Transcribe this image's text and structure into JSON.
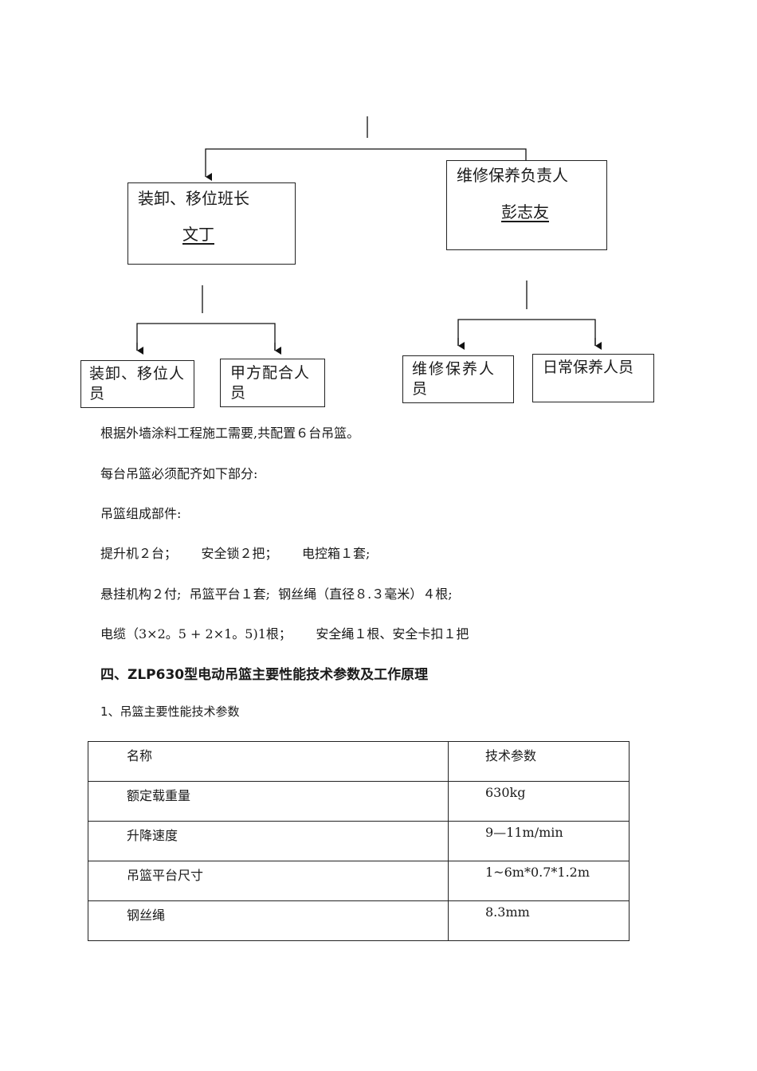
{
  "org_chart": {
    "loading_leader": {
      "title": "装卸、移位班长",
      "name": "文丁"
    },
    "maintenance_leader": {
      "title": "维修保养负责人",
      "name": "彭志友"
    },
    "loading_staff": "装卸、移位人员",
    "client_staff": "甲方配合人员",
    "maintenance_staff": "维修保养人员",
    "daily_maintenance_staff": "日常保养人员"
  },
  "paragraphs": {
    "p1": "根据外墙涂料工程施工需要,共配置６台吊篮。",
    "p2": "每台吊篮必须配齐如下部分:",
    "p3": "吊篮组成部件:",
    "p4": "提升机２台；      安全锁２把；      电控箱１套;",
    "p5": "悬挂机构２付;  吊篮平台１套;  钢丝绳（直径８.３毫米）４根;",
    "p6": "电缆（3×2。5 + 2×1。5)1根；      安全绳１根、安全卡扣１把"
  },
  "section": {
    "heading": "四、ZLP630型电动吊篮主要性能技术参数及工作原理",
    "subheading": "1、吊篮主要性能技术参数"
  },
  "table": {
    "header": {
      "name": "名称",
      "value": "技术参数"
    },
    "rows": [
      {
        "name": "额定载重量",
        "value": "630kg"
      },
      {
        "name": "升降速度",
        "value": "9—11m/min"
      },
      {
        "name": "吊篮平台尺寸",
        "value": "1~6m*0.7*1.2m"
      },
      {
        "name": "钢丝绳",
        "value": "8.3mm"
      }
    ]
  }
}
